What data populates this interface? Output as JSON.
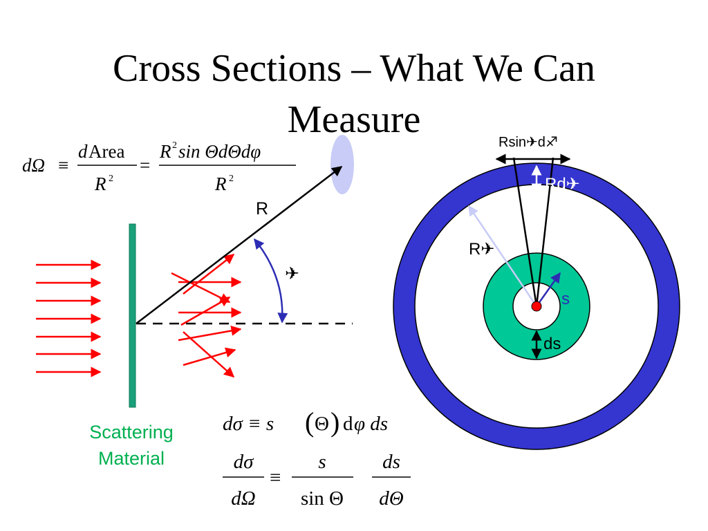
{
  "slide": {
    "title_line1": "Cross Sections – What We Can",
    "title_line2": "Measure"
  },
  "labels": {
    "r_label": "R",
    "theta_symbol": "✈",
    "rsin_label": "Rsin✈d♐",
    "rd_label": "Rd✈",
    "r_theta_label": "R✈",
    "s_label": "s",
    "ds_label": "ds",
    "caption_line1": "Scattering",
    "caption_line2": "Material"
  },
  "equations": {
    "solid_angle": {
      "lhs": "dΩ",
      "equiv": "≡",
      "frac1_num_d": "d",
      "frac1_num_word": "Area",
      "frac1_den": "R",
      "frac1_den_exp": "2",
      "equals": "=",
      "frac2_num_R": "R",
      "frac2_num_exp": "2",
      "frac2_num_rest": " sin ΘdΘdφ",
      "frac2_den": "R",
      "frac2_den_exp": "2"
    },
    "d_sigma": {
      "lhs": "dσ ≡ s",
      "paren_open": "(",
      "theta": "Θ",
      "paren_close": ")",
      "rest_d": "d",
      "rest_phi": "φ ds"
    },
    "ratio": {
      "frac1_num": "dσ",
      "frac1_den": "dΩ",
      "equiv": "≡",
      "frac2_num": "s",
      "frac2_den": "sin Θ",
      "frac3_num": "ds",
      "frac3_den": "dΘ"
    }
  },
  "colors": {
    "ring_blue": "#3535d0",
    "ring_green": "#00c896",
    "target_bar": "#1aa07a",
    "beam_red": "#ff0000",
    "ellipse_fill": "#c8ccf6",
    "angle_arc": "#2d2db4",
    "caption_green": "#00b050"
  }
}
